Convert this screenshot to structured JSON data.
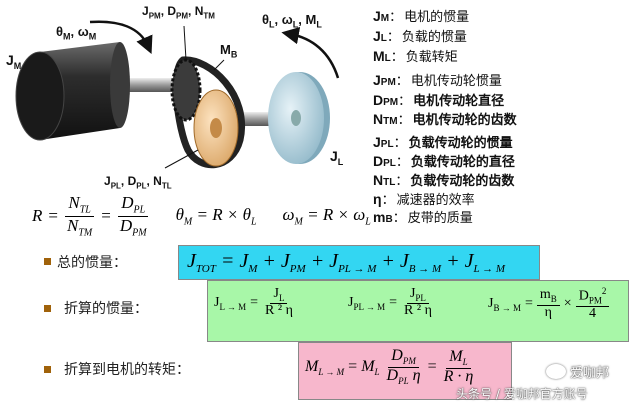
{
  "diagram": {
    "label_jm": "J",
    "label_jm_sub": "M",
    "label_theta_m": "θ",
    "label_theta_m_sub": "M",
    "label_omega_m": "ω",
    "label_omega_m_sub": "M",
    "label_top_motor_pulley": "J",
    "label_top_motor_pulley_p1": "PM",
    "label_top_motor_pulley_d": "D",
    "label_top_motor_pulley_p2": "PM",
    "label_top_motor_pulley_n": "N",
    "label_top_motor_pulley_p3": "TM",
    "label_mb": "M",
    "label_mb_sub": "B",
    "label_theta_l": "θ",
    "label_theta_l_sub": "L",
    "label_omega_l": "ω",
    "label_omega_l_sub": "L",
    "label_ml": "M",
    "label_ml_sub": "L",
    "label_jl": "J",
    "label_jl_sub": "L",
    "label_bottom_load_pulley": "J",
    "label_bottom_load_pulley_p1": "PL",
    "label_bottom_load_pulley_d": "D",
    "label_bottom_load_pulley_p2": "PL",
    "label_bottom_load_pulley_n": "N",
    "label_bottom_load_pulley_p3": "TL"
  },
  "legend": [
    {
      "sym": "J",
      "sub": "M",
      "sep": "：",
      "text": "电机的惯量",
      "bold": false
    },
    {
      "sym": "J",
      "sub": "L",
      "sep": "：",
      "text": "负载的惯量",
      "bold": false
    },
    {
      "sym": "M",
      "sub": "L",
      "sep": "：",
      "text": "负载转矩",
      "bold": false
    },
    {
      "sym": "J",
      "sub": "PM",
      "sep": "：",
      "text": "电机传动轮惯量",
      "bold": false
    },
    {
      "sym": "D",
      "sub": "PM",
      "sep": "：",
      "text": "电机传动轮直径",
      "bold": true
    },
    {
      "sym": "N",
      "sub": "TM",
      "sep": "：",
      "text": "电机传动轮的齿数",
      "bold": true
    },
    {
      "sym": "J",
      "sub": "PL",
      "sep": "：",
      "text": "负载传动轮的惯量",
      "bold": true
    },
    {
      "sym": "D",
      "sub": "PL",
      "sep": "：",
      "text": "负载传动轮的直径",
      "bold": true
    },
    {
      "sym": "N",
      "sub": "TL",
      "sep": "：",
      "text": "负载传动轮的齿数",
      "bold": true
    },
    {
      "sym": "η",
      "sub": "",
      "sep": "：",
      "text": "减速器的效率",
      "bold": false
    },
    {
      "sym": "m",
      "sub": "B",
      "sep": "：",
      "text": "皮带的质量",
      "bold": false
    }
  ],
  "ratio_formula": {
    "r": "R",
    "eq": "=",
    "ntl": "N",
    "ntl_sub": "TL",
    "ntm": "N",
    "ntm_sub": "TM",
    "dpl": "D",
    "dpl_sub": "PL",
    "dpm": "D",
    "dpm_sub": "PM",
    "theta_rel": "θ",
    "theta_rel_sub1": "M",
    "theta_rel_mid": " = R × θ",
    "theta_rel_sub2": "L",
    "omega_rel": "ω",
    "omega_rel_sub1": "M",
    "omega_rel_mid": " = R × ω",
    "omega_rel_sub2": "L"
  },
  "sections": [
    {
      "caption": "总的惯量："
    },
    {
      "caption": "折算的惯量："
    },
    {
      "caption": "折算到电机的转矩："
    }
  ],
  "eq_total": {
    "lhs": "J",
    "lhs_sub": "TOT",
    "t1": "= J",
    "t1_sub": "M",
    "t2": "+ J",
    "t2_sub": "PM",
    "t3": "+ J",
    "t3_sub": "PL → M",
    "t4": "+ J",
    "t4_sub": "B → M",
    "t5": "+ J",
    "t5_sub": "L → M"
  },
  "eq_reflected": {
    "a_lhs": "J",
    "a_lhs_sub": "L → M",
    "a_num": "J",
    "a_num_sub": "L",
    "a_den": "R ² η",
    "b_lhs": "J",
    "b_lhs_sub": "PL → M",
    "b_num": "J",
    "b_num_sub": "PL",
    "b_den": "R ² η",
    "c_lhs": "J",
    "c_lhs_sub": "B → M",
    "c_num1": "m",
    "c_num1_sub": "B",
    "c_den1": "η",
    "c_times": "×",
    "c_num2": "D",
    "c_num2_sub": "PM",
    "c_num2_sup": "2",
    "c_den2": "4"
  },
  "eq_torque": {
    "lhs": "M",
    "lhs_sub": "L → M",
    "m1": "M",
    "m1_sub": "L",
    "f1_num": "D",
    "f1_num_sub": "PM",
    "f1_den": "D",
    "f1_den_sub": "PL",
    "f1_den_eta": " η",
    "f2_num": "M",
    "f2_num_sub": "L",
    "f2_den": "R · η"
  },
  "watermark": {
    "brand": "爱咖邦",
    "footer": "头条号 / 爱咖邦官方账号"
  },
  "colors": {
    "box_total": "#33d6f2",
    "box_reflected": "#a8f7a8",
    "box_torque": "#f7b7cc",
    "bullet": "#a0620a",
    "motor_body": "#2b2b2b",
    "pulley_load": "#f2c78e",
    "flywheel": "#b9d6e2"
  }
}
